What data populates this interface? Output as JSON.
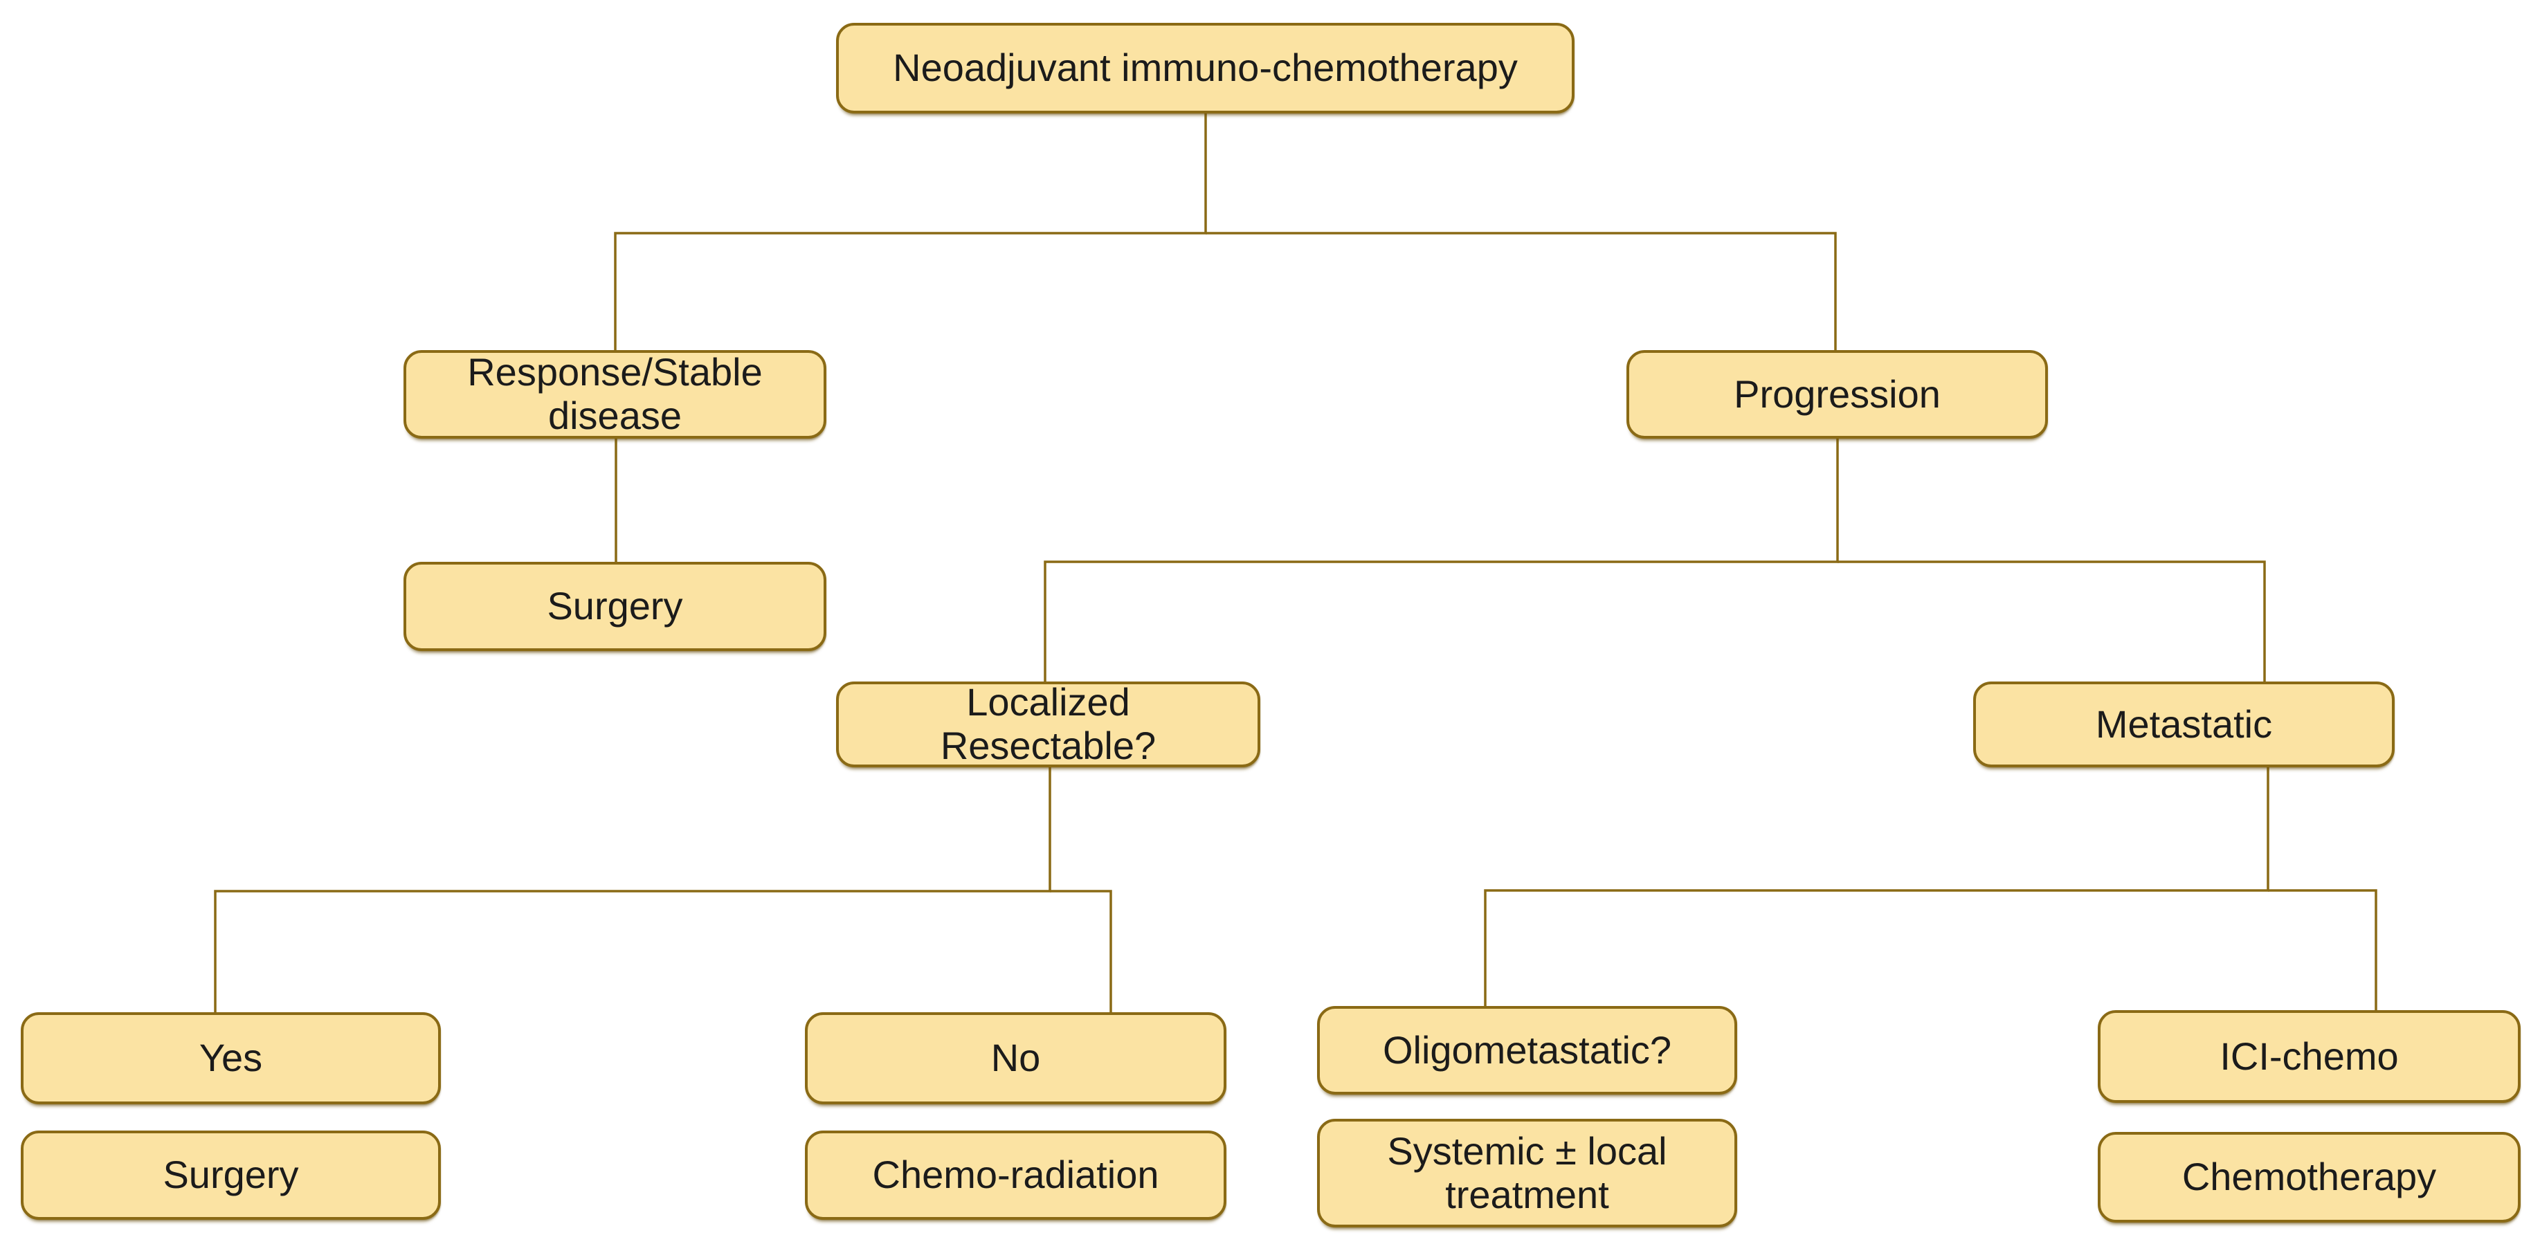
{
  "colors": {
    "background": "#ffffff",
    "node_fill": "#fbe3a3",
    "node_border": "#8a6a15",
    "connector": "#8a6a15",
    "text": "#1b1b1b"
  },
  "nodes": {
    "root": {
      "label": "Neoadjuvant immuno-chemotherapy"
    },
    "response_stable": {
      "label": "Response/Stable\ndisease"
    },
    "progression": {
      "label": "Progression"
    },
    "surgery_after_response": {
      "label": "Surgery"
    },
    "localized_resectable": {
      "label": "Localized\nResectable?"
    },
    "metastatic": {
      "label": "Metastatic"
    },
    "yes": {
      "label": "Yes"
    },
    "no": {
      "label": "No"
    },
    "oligometastatic": {
      "label": "Oligometastatic?"
    },
    "ici_chemo": {
      "label": "ICI-chemo"
    },
    "surgery_if_yes": {
      "label": "Surgery"
    },
    "chemo_radiation": {
      "label": "Chemo-radiation"
    },
    "systemic_local": {
      "label": "Systemic ± local\ntreatment"
    },
    "chemotherapy": {
      "label": "Chemotherapy"
    }
  },
  "edges": [
    {
      "from": "root",
      "to": "response_stable"
    },
    {
      "from": "root",
      "to": "progression"
    },
    {
      "from": "response_stable",
      "to": "surgery_after_response"
    },
    {
      "from": "progression",
      "to": "localized_resectable"
    },
    {
      "from": "progression",
      "to": "metastatic"
    },
    {
      "from": "localized_resectable",
      "to": "yes"
    },
    {
      "from": "localized_resectable",
      "to": "no"
    },
    {
      "from": "metastatic",
      "to": "oligometastatic"
    },
    {
      "from": "metastatic",
      "to": "ici_chemo"
    },
    {
      "from": "yes",
      "to": "surgery_if_yes"
    },
    {
      "from": "no",
      "to": "chemo_radiation"
    },
    {
      "from": "oligometastatic",
      "to": "systemic_local"
    },
    {
      "from": "ici_chemo",
      "to": "chemotherapy"
    }
  ]
}
